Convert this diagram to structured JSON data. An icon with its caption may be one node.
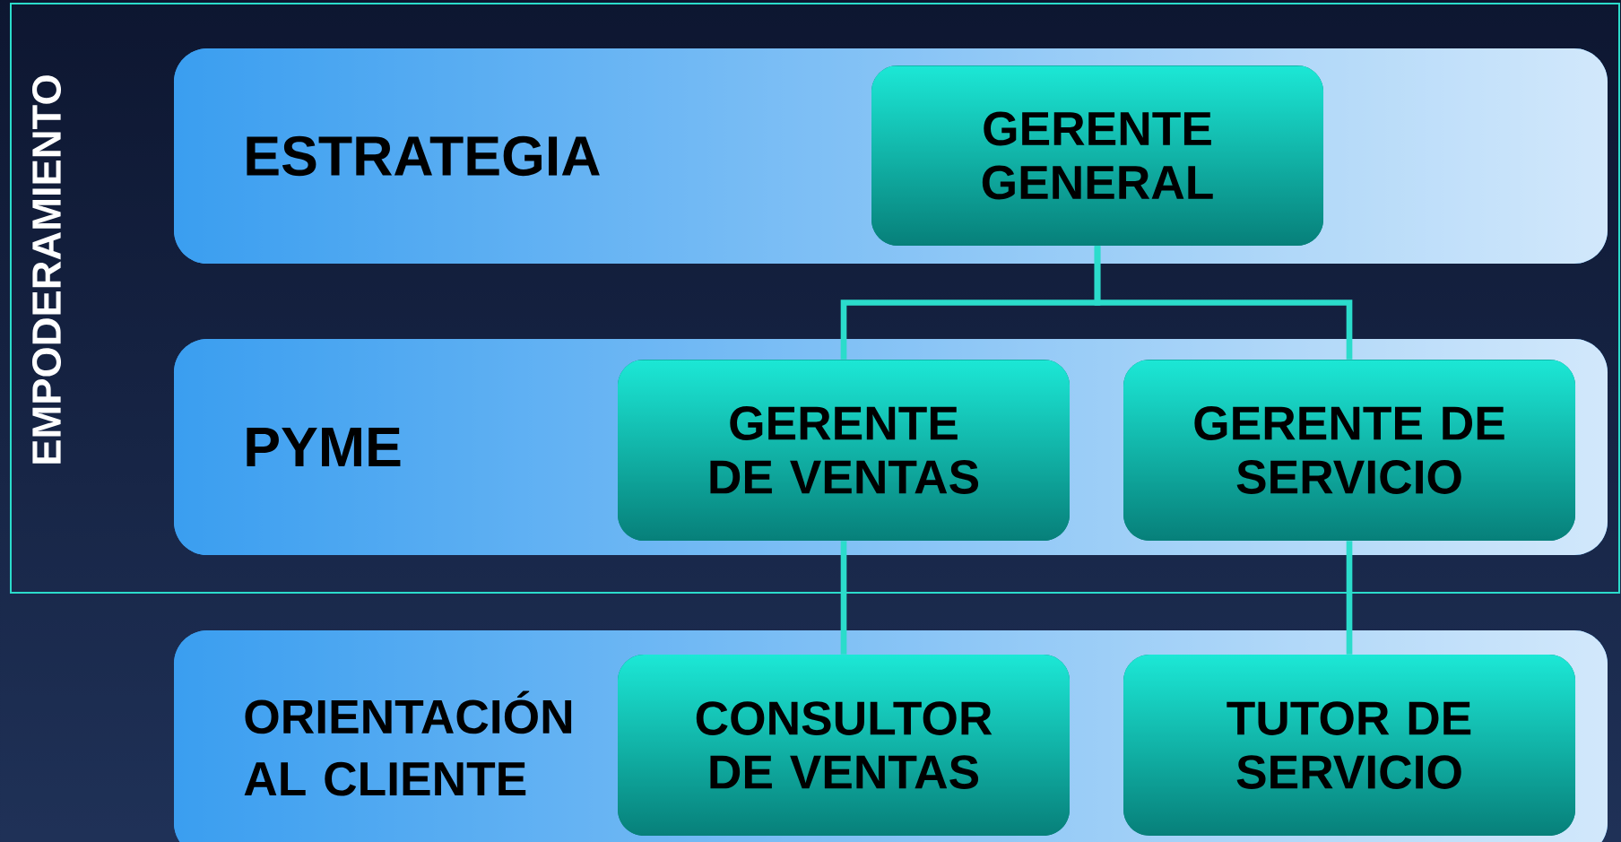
{
  "diagram": {
    "nodes": [
      {
        "text": [
          "EMPODERAMIENTO"
        ]
      },
      {
        "text": [
          "ESTRATEGIA"
        ],
        "in": 0
      },
      {
        "text": [
          "GERENTE GENERAL"
        ],
        "in": 1
      },
      {
        "text": [
          "PYME"
        ],
        "in": 0
      },
      {
        "text": [
          "GERENTE DE VENTAS"
        ],
        "in": 3
      },
      {
        "text": [
          "GERENTE DE SERVICIO"
        ],
        "in": 3
      },
      {
        "text": [
          "ORIENTACIÓN AL CLIENTE"
        ]
      },
      {
        "text": [
          "CONSULTOR DE VENTAS"
        ],
        "in": 6
      },
      {
        "text": [
          "TUTOR DE SERVICIO"
        ],
        "in": 6
      }
    ],
    "edges": [
      {
        "from": 2,
        "to": 4,
        "arrow": "none"
      },
      {
        "from": 2,
        "to": 5,
        "arrow": "none"
      },
      {
        "from": 4,
        "to": 7,
        "arrow": "none"
      },
      {
        "from": 5,
        "to": 8,
        "arrow": "none"
      }
    ]
  }
}
